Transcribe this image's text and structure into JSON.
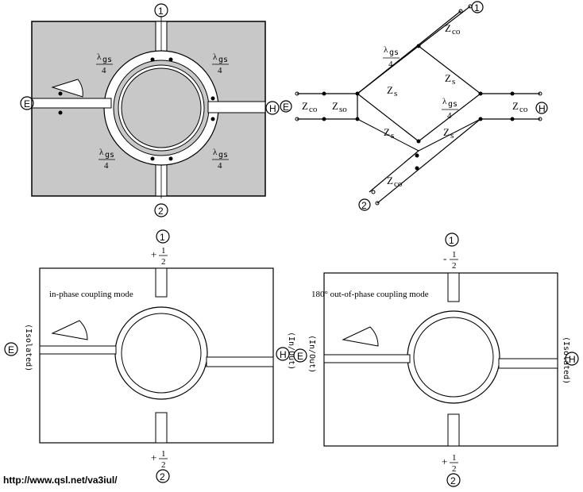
{
  "panels": {
    "top_left": {
      "ports": {
        "p1": "1",
        "p2": "2",
        "E": "E",
        "H": "H"
      },
      "quarter_wave": {
        "lambda": "λ",
        "sub": "gs",
        "den": "4"
      }
    },
    "top_right": {
      "ports": {
        "p1": "1",
        "p2": "2",
        "E": "E",
        "H": "H"
      },
      "labels": {
        "zco": "Z",
        "zco_sub": "co",
        "zso": "Z",
        "zso_sub": "so",
        "zs": "Z",
        "zs_sub": "s",
        "lambda": "λ",
        "lambda_sub": "gs",
        "den": "4"
      }
    },
    "bottom_left": {
      "mode_text": "in-phase coupling mode",
      "side_left": "(Isolated)",
      "side_right": "(In/Out)",
      "ports": {
        "p1": "1",
        "p2": "2",
        "E": "E",
        "H": "H"
      },
      "amp_top_sign": "+",
      "amp_bottom_sign": "+",
      "frac_num": "1",
      "frac_den": "2"
    },
    "bottom_right": {
      "mode_text": "180° out-of-phase coupling mode",
      "side_left": "(In/Out)",
      "side_right": "(Isolated)",
      "ports": {
        "p1": "1",
        "p2": "2",
        "E": "E",
        "H": "H"
      },
      "amp_top_sign": "-",
      "amp_bottom_sign": "+",
      "frac_num": "1",
      "frac_den": "2"
    }
  },
  "footer": {
    "url": "http://www.qsl.net/va3iul/"
  }
}
